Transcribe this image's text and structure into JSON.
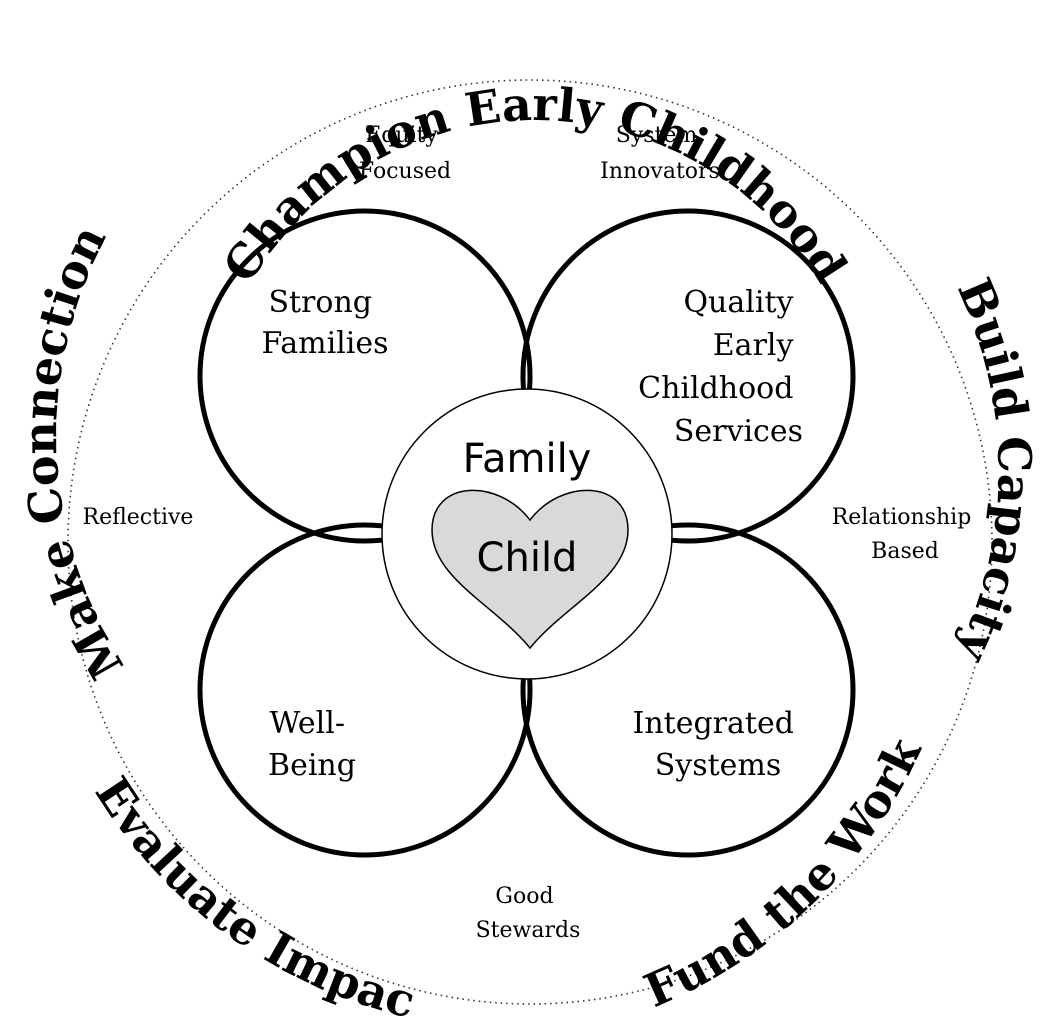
{
  "outer_ring": {
    "top": "Champion Early Childhood",
    "right": "Build Capacity",
    "bottom_right": "Fund the Work",
    "bottom_left": "Evaluate Impact",
    "left": "Make Connections"
  },
  "values": {
    "equity": [
      "Equity",
      "Focused"
    ],
    "system": [
      "System",
      "Innovators"
    ],
    "reflective": [
      "Reflective"
    ],
    "relationship": [
      "Relationship",
      "Based"
    ],
    "stewards": [
      "Good",
      "Stewards"
    ]
  },
  "circles": {
    "top_left": [
      "Strong",
      "Families"
    ],
    "top_right": [
      "Quality",
      "Early",
      "Childhood",
      "Services"
    ],
    "bottom_left": [
      "Well-",
      "Being"
    ],
    "bottom_right": [
      "Integrated",
      "Systems"
    ]
  },
  "center": {
    "family": "Family",
    "child": "Child"
  },
  "colors": {
    "heart_fill": "#d9d9d9",
    "stroke": "#000000",
    "dotted_ring": "#333333"
  }
}
